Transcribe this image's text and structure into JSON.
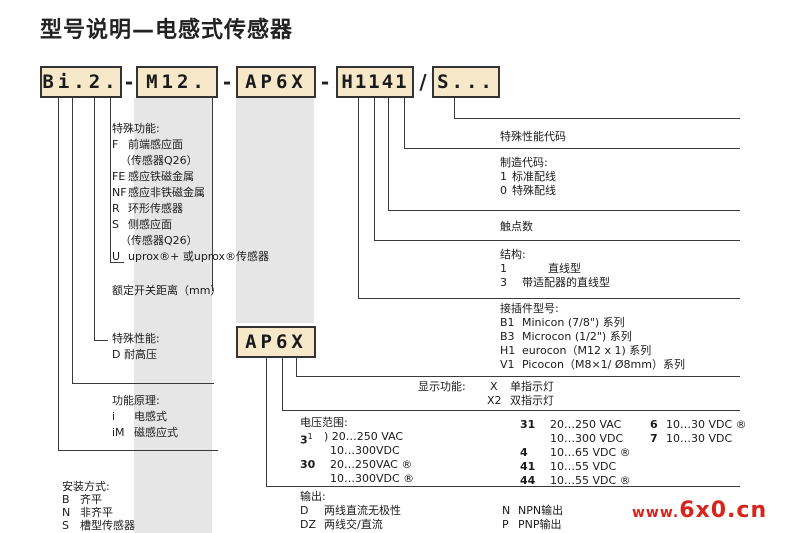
{
  "title": "型号说明—电感式传感器",
  "code": {
    "seg1": "Bi.2.",
    "dash1": "-",
    "seg2": "M12.",
    "dash2": "-",
    "seg3": "AP6X",
    "dash3": "-",
    "seg4": "H1141",
    "slash": "/",
    "seg5": "S...",
    "seg3_repeat": "AP6X"
  },
  "special_functions": {
    "heading": "特殊功能:",
    "items": [
      {
        "code": "F",
        "text": "前端感应面"
      },
      {
        "code": "",
        "text": "（传感器Q26）"
      },
      {
        "code": "FE",
        "text": "感应铁磁金属"
      },
      {
        "code": "NF",
        "text": "感应非铁磁金属"
      },
      {
        "code": "R",
        "text": "环形传感器"
      },
      {
        "code": "S",
        "text": "侧感应面"
      },
      {
        "code": "",
        "text": "（传感器Q26）"
      },
      {
        "code": "U",
        "text": "uprox®+ 或uprox®传感器"
      }
    ]
  },
  "rated_distance": "额定开关距离（mm）",
  "special_performance": {
    "heading": "特殊性能:",
    "item": "D 耐高压"
  },
  "function_principle": {
    "heading": "功能原理:",
    "items": [
      {
        "code": "i",
        "text": "电感式"
      },
      {
        "code": "iM",
        "text": "磁感应式"
      }
    ]
  },
  "mounting": {
    "heading": "安装方式:",
    "items": [
      {
        "code": "B",
        "text": "齐平"
      },
      {
        "code": "N",
        "text": "非齐平"
      },
      {
        "code": "S",
        "text": "槽型传感器"
      }
    ]
  },
  "special_code": "特殊性能代码",
  "manufacture_code": {
    "heading": "制造代码:",
    "items": [
      {
        "code": "1",
        "text": "标准配线"
      },
      {
        "code": "0",
        "text": "特殊配线"
      }
    ]
  },
  "contacts": "触点数",
  "structure": {
    "heading": "结构:",
    "items": [
      {
        "code": "1",
        "text": "直线型"
      },
      {
        "code": "3",
        "text": "带适配器的直线型"
      }
    ]
  },
  "connector": {
    "heading": "接插件型号:",
    "items": [
      {
        "code": "B1",
        "text": "Minicon (7/8\") 系列"
      },
      {
        "code": "B3",
        "text": "Microcon (1/2\") 系列"
      },
      {
        "code": "H1",
        "text": "eurocon（M12 x 1) 系列"
      },
      {
        "code": "V1",
        "text": "Picocon（M8×1/ Ø8mm）系列"
      }
    ]
  },
  "display": {
    "heading": "显示功能:",
    "items": [
      {
        "code": "X",
        "text": "单指示灯"
      },
      {
        "code": "X2",
        "text": "双指示灯"
      }
    ]
  },
  "voltage": {
    "heading": "电压范围:",
    "left": [
      {
        "code": "3",
        "note": "1",
        "text": ") 20…250 VAC"
      },
      {
        "code": "",
        "text": "10…300VDC"
      },
      {
        "code": "30",
        "text": "20…250VAC ®"
      },
      {
        "code": "",
        "text": "10…300VDC ®"
      }
    ],
    "mid": [
      {
        "code": "31",
        "text": "20…250 VAC"
      },
      {
        "code": "",
        "text": "10…300 VDC"
      },
      {
        "code": "4",
        "text": "10…65 VDC ®"
      },
      {
        "code": "41",
        "text": "10…55 VDC"
      },
      {
        "code": "44",
        "text": "10…55 VDC ®"
      }
    ],
    "right": [
      {
        "code": "6",
        "text": "10…30 VDC ®"
      },
      {
        "code": "7",
        "text": "10…30 VDC"
      }
    ]
  },
  "output": {
    "heading": "输出:",
    "items": [
      {
        "code": "D",
        "text": "两线直流无极性"
      },
      {
        "code": "DZ",
        "text": "两线交/直流"
      }
    ],
    "items_right": [
      {
        "code": "N",
        "text": "NPN输出"
      },
      {
        "code": "P",
        "text": "PNP输出"
      }
    ]
  },
  "watermark": "6x0.cn",
  "watermark_prefix": "www."
}
